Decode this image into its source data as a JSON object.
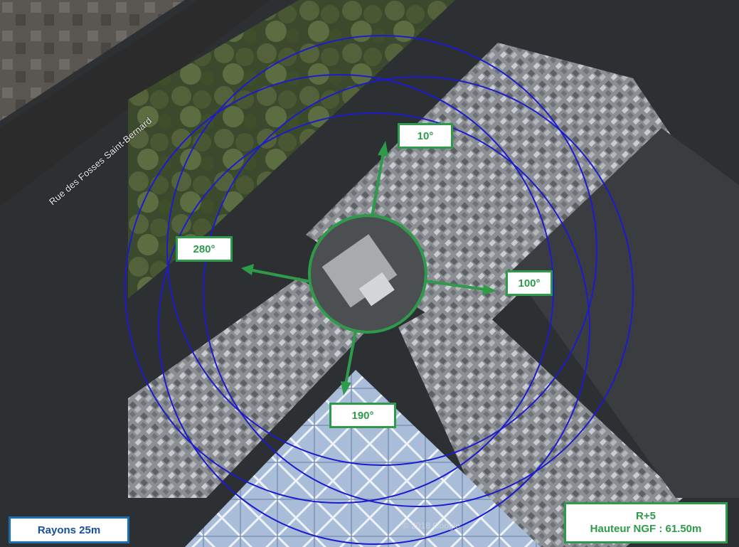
{
  "street_name": "Rue des Fosses Saint-Bernard",
  "bearings": [
    "10°",
    "100°",
    "190°",
    "280°"
  ],
  "radius_label": "Rayons 25m",
  "building_info": {
    "level": "R+5",
    "height": "Hauteur NGF : 61.50m"
  },
  "watermark": "© 2018 Google",
  "colors": {
    "circles": "#1c1ccc",
    "accent_green": "#2e9b4b",
    "legend_blue": "#1b6fb0"
  },
  "icons": {
    "arrows": "direction-arrow-icon"
  }
}
